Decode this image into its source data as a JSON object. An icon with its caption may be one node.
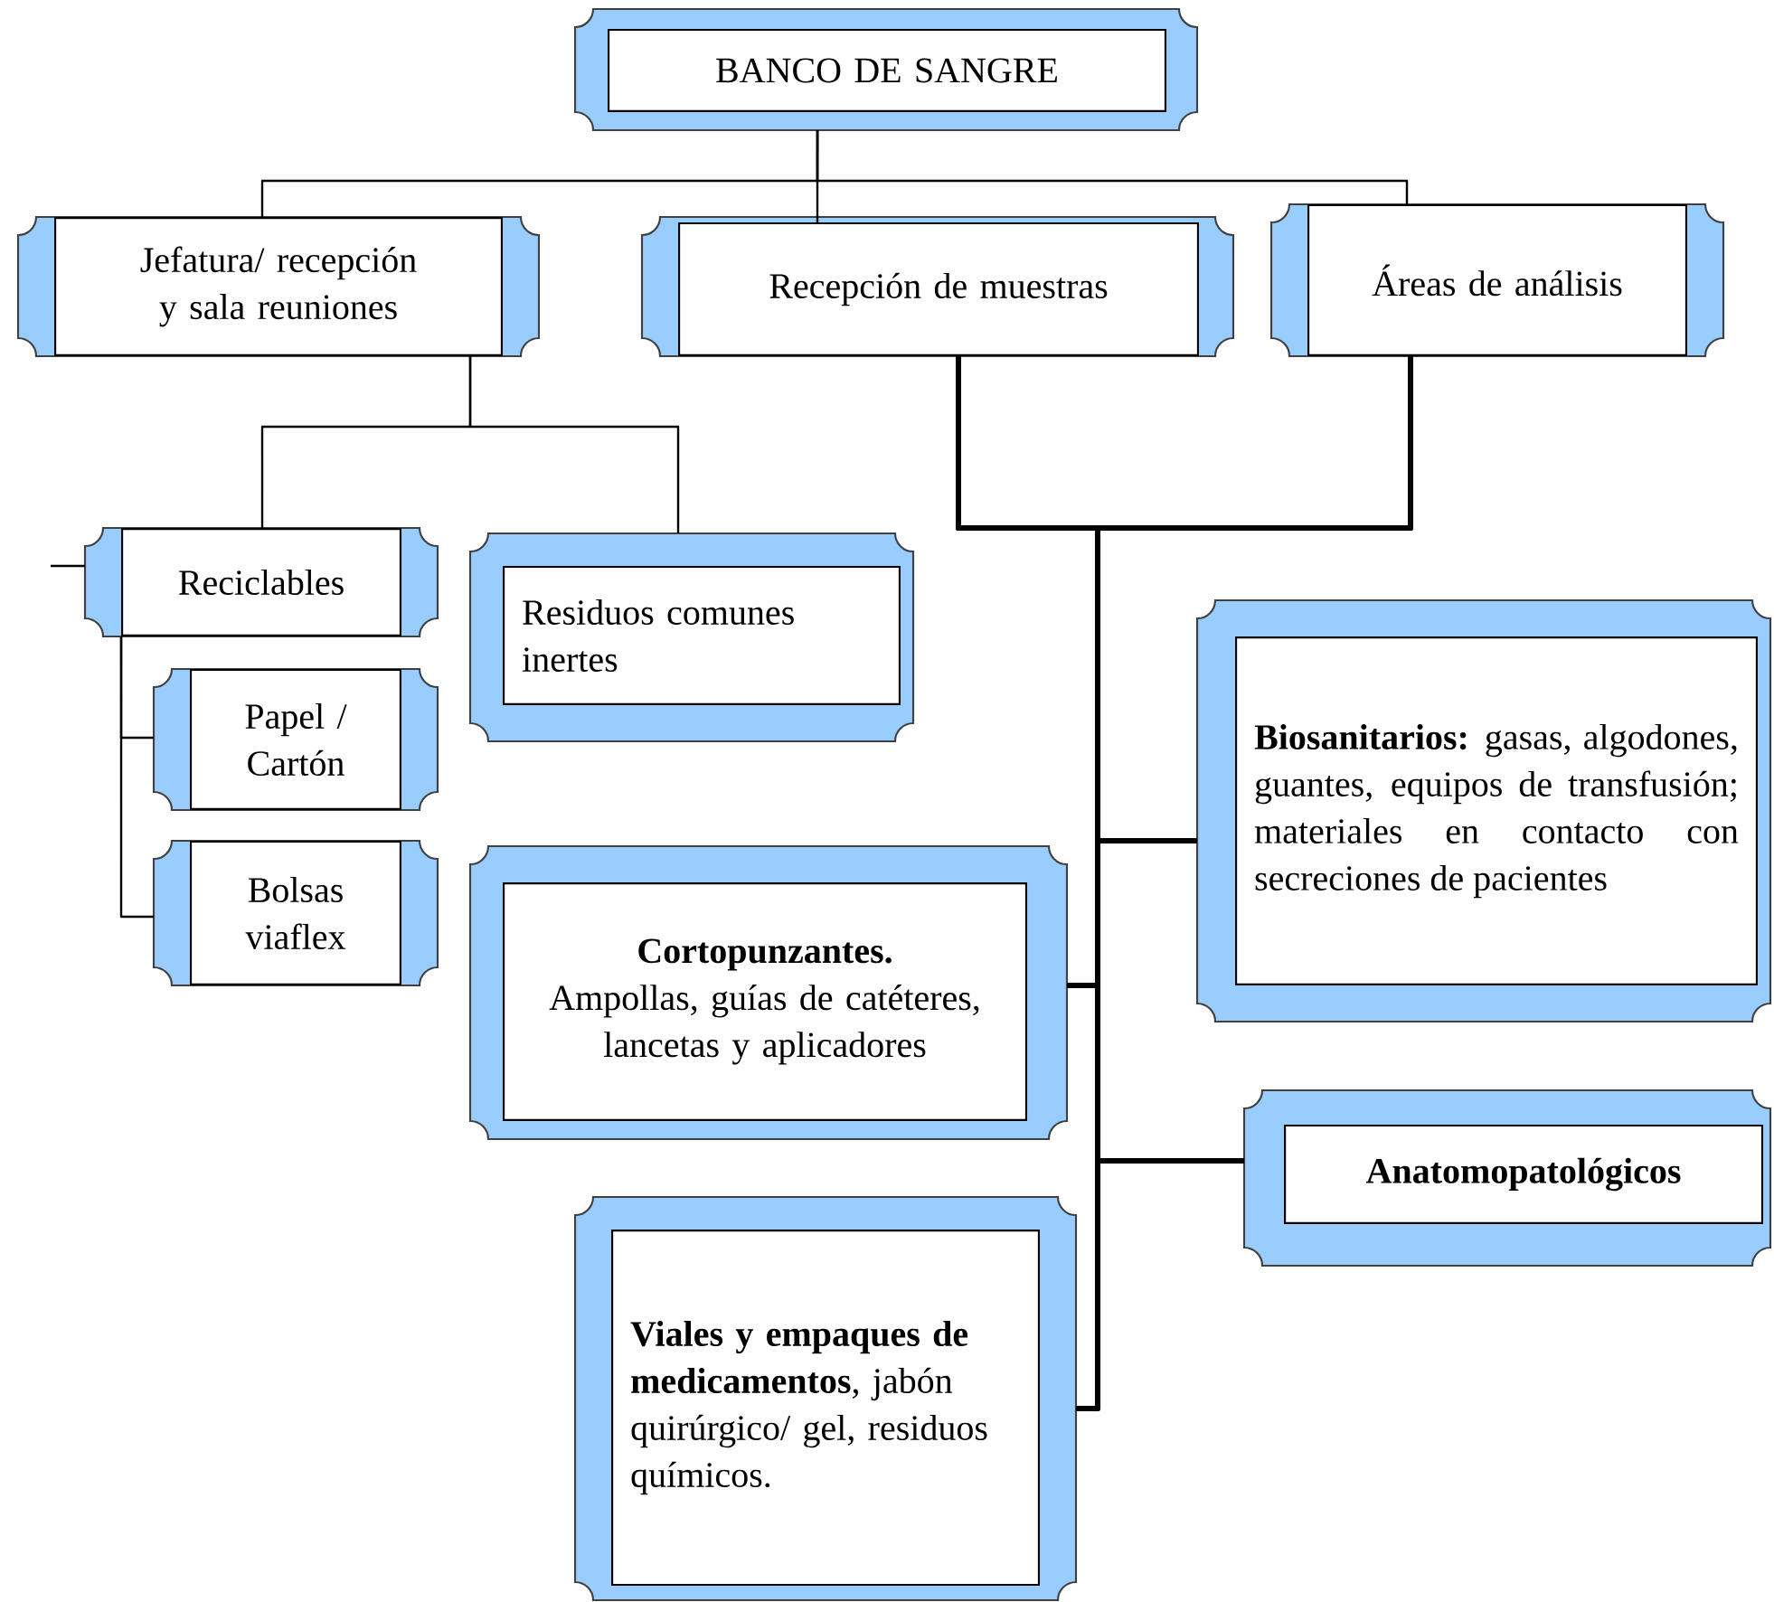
{
  "diagram": {
    "nodes": [
      {
        "text": [
          "BANCO DE SANGRE"
        ]
      },
      {
        "text": [
          "Jefatura/ recepción y sala reuniones"
        ]
      },
      {
        "text": [
          "Recepción de muestras"
        ]
      },
      {
        "text": [
          "Áreas de análisis"
        ]
      },
      {
        "text": [
          "Reciclables"
        ]
      },
      {
        "text": [
          "Residuos comunes inertes"
        ]
      },
      {
        "text": [
          "Papel / Cartón"
        ]
      },
      {
        "text": [
          "Bolsas viaflex"
        ]
      },
      {
        "text": [
          "Cortopunzantes.",
          "Ampollas, guías de catéteres, lancetas y aplicadores"
        ]
      },
      {
        "text": [
          "**Biosanitarios:** gasas, algodones, guantes, equipos de transfusión; materiales en contacto con secreciones de pacientes"
        ]
      },
      {
        "text": [
          "Anatomopatológicos"
        ]
      },
      {
        "text": [
          "**Viales y empaques de medicamentos**, jabón quirúrgico/ gel, residuos químicos."
        ]
      }
    ],
    "edges": [
      {
        "from": 0,
        "to": 1,
        "arrow": "none"
      },
      {
        "from": 0,
        "to": 2,
        "arrow": "none"
      },
      {
        "from": 0,
        "to": 3,
        "arrow": "none"
      },
      {
        "from": 1,
        "to": 4,
        "arrow": "none"
      },
      {
        "from": 1,
        "to": 5,
        "arrow": "none"
      },
      {
        "from": null,
        "to": 4,
        "arrow": "none"
      },
      {
        "from": 4,
        "to": 6,
        "arrow": "none"
      },
      {
        "from": 4,
        "to": 7,
        "arrow": "none"
      },
      {
        "from": 2,
        "to": 9,
        "arrow": "none",
        "style": "thick"
      },
      {
        "from": 2,
        "to": 8,
        "arrow": "none",
        "style": "thick"
      },
      {
        "from": 2,
        "to": 10,
        "arrow": "none",
        "style": "thick"
      },
      {
        "from": 2,
        "to": 11,
        "arrow": "none",
        "style": "thick"
      },
      {
        "from": 3,
        "to": 9,
        "arrow": "none",
        "style": "thick"
      },
      {
        "from": 3,
        "to": 8,
        "arrow": "none",
        "style": "thick"
      },
      {
        "from": 3,
        "to": 10,
        "arrow": "none",
        "style": "thick"
      },
      {
        "from": 3,
        "to": 11,
        "arrow": "none",
        "style": "thick"
      }
    ]
  }
}
